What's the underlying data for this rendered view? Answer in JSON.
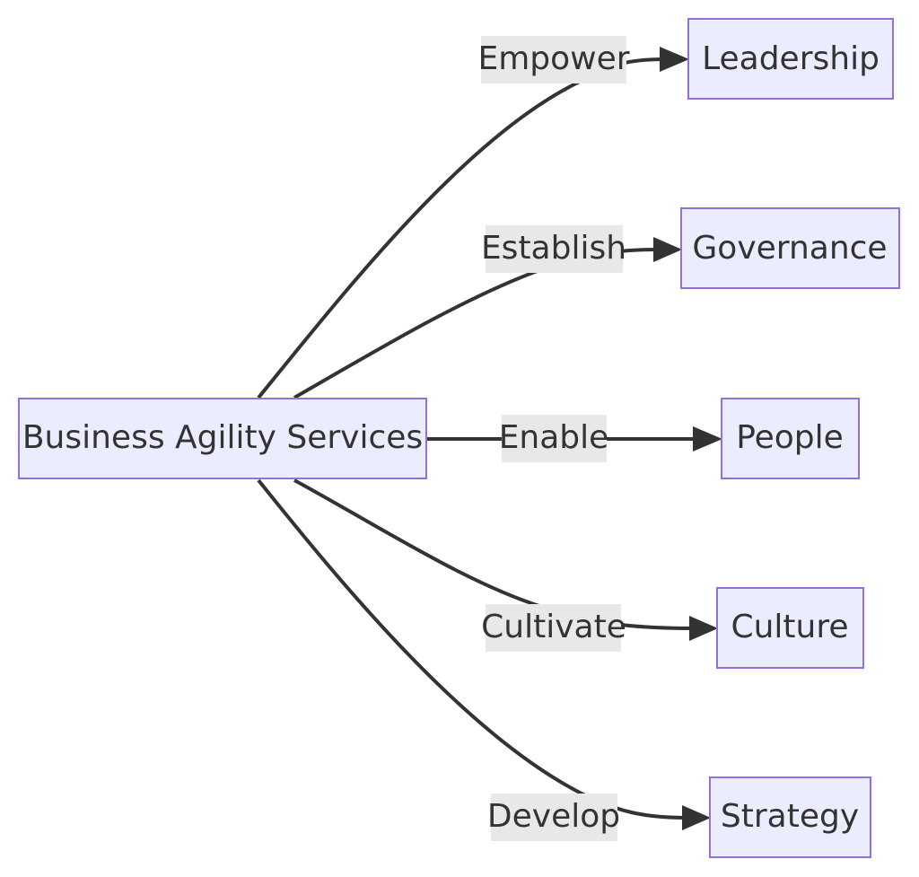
{
  "diagram": {
    "type": "flowchart",
    "direction": "left-to-right",
    "colors": {
      "node_fill": "#ececff",
      "node_stroke": "#9370db",
      "edge": "#333333",
      "label_bg": "#e8e8e8",
      "text": "#333333"
    },
    "source": {
      "id": "bas",
      "label": "Business Agility Services"
    },
    "targets": [
      {
        "id": "leadership",
        "label": "Leadership",
        "edge_label": "Empower"
      },
      {
        "id": "governance",
        "label": "Governance",
        "edge_label": "Establish"
      },
      {
        "id": "people",
        "label": "People",
        "edge_label": "Enable"
      },
      {
        "id": "culture",
        "label": "Culture",
        "edge_label": "Cultivate"
      },
      {
        "id": "strategy",
        "label": "Strategy",
        "edge_label": "Develop"
      }
    ]
  }
}
